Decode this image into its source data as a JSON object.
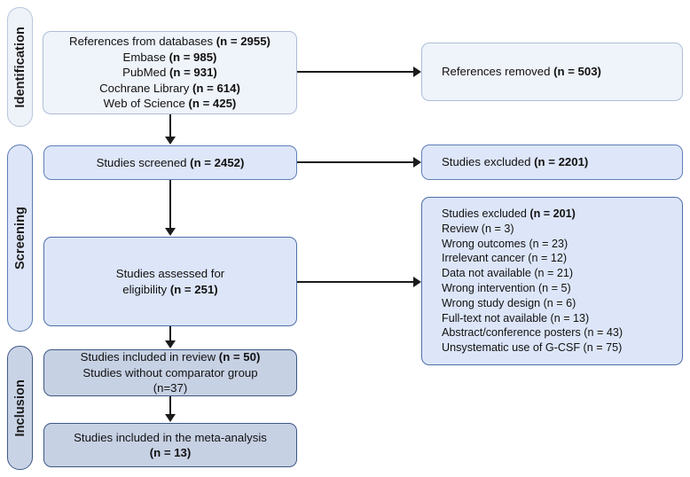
{
  "diagram": {
    "title": "PRISMA flow diagram",
    "colors": {
      "fill_pale": "#eff3fa",
      "fill_light": "#dee6f9",
      "fill_dark": "#c7d1e4",
      "border_light": "#aebdd6",
      "border_mid": "#5f7fb8",
      "border_dark": "#3d5884",
      "connector": "#1b1b1b",
      "text": "#111111",
      "background": "#ffffff"
    }
  },
  "phases": [
    {
      "id": "identification",
      "label": "Identification"
    },
    {
      "id": "screening",
      "label": "Screening"
    },
    {
      "id": "inclusion",
      "label": "Inclusion"
    }
  ],
  "nodes": {
    "databases": {
      "lines": [
        {
          "text": "References from databases ",
          "value": "(n = 2955)"
        },
        {
          "text": "Embase ",
          "value": "(n = 985)"
        },
        {
          "text": "PubMed ",
          "value": "(n = 931)"
        },
        {
          "text": "Cochrane Library ",
          "value": "(n = 614)"
        },
        {
          "text": "Web of Science ",
          "value": "(n = 425)"
        }
      ]
    },
    "removed": {
      "text": "References removed ",
      "value": "(n = 503)"
    },
    "screened": {
      "text": "Studies screened ",
      "value": "(n = 2452)"
    },
    "excluded_screening": {
      "text": "Studies excluded  ",
      "value": "(n = 2201)"
    },
    "eligibility": {
      "line1": "Studies assessed for",
      "line2_text": "eligibility ",
      "line2_value": "(n = 251)"
    },
    "excluded_eligibility": {
      "header_text": "Studies excluded ",
      "header_value": "(n = 201)",
      "reasons": [
        "Review (n = 3)",
        "Wrong outcomes (n = 23)",
        "Irrelevant cancer (n = 12)",
        "Data not available (n = 21)",
        "Wrong intervention (n = 5)",
        "Wrong study design (n = 6)",
        "Full-text not available (n = 13)",
        "Abstract/conference posters (n = 43)",
        "Unsystematic use of G-CSF (n = 75)"
      ]
    },
    "included_review": {
      "line1_text": "Studies included in review ",
      "line1_value": "(n = 50)",
      "line2": "Studies without comparator group",
      "line3": "(n=37)"
    },
    "meta_analysis": {
      "line1": "Studies included in the meta-analysis",
      "line2": "(n = 13)"
    }
  }
}
